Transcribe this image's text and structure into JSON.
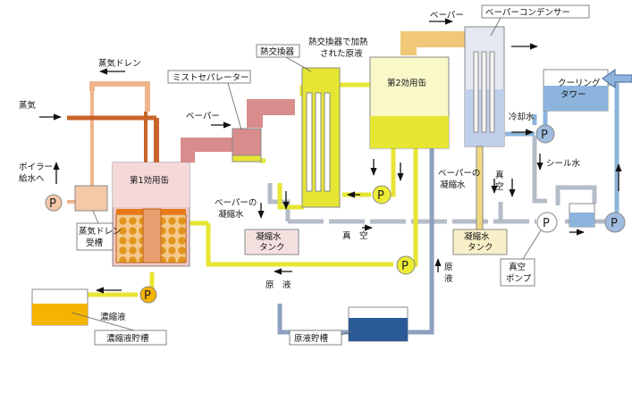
{
  "labels": {
    "steam_drain": "蒸気ドレン",
    "steam": "蒸気",
    "boiler_feed_1": "ボイラー",
    "boiler_feed_2": "給水へ",
    "mist_separator": "ミストセパレーター",
    "vapor_mid": "ベーパー",
    "heat_exchanger": "熱交換器",
    "heated_note_1": "熱交換器で加熱",
    "heated_note_2": "された原液",
    "second_evaporator": "第2効用缶",
    "vapor_top": "ベーパー",
    "vapor_condenser": "ベーパーコンデンサー",
    "cooling_tower_1": "クーリング",
    "cooling_tower_2": "タワー",
    "cooling_water": "冷却水",
    "seal_water": "シール水",
    "first_evaporator": "第1効用缶",
    "vapor_cond_water_1": "ベーパーの",
    "vapor_cond_water_2": "凝縮水",
    "vapor_cond_water_r1": "ベーパーの",
    "vapor_cond_water_r2": "凝縮水",
    "vacuum_left": "真　空",
    "vacuum_right_1": "真",
    "vacuum_right_2": "空",
    "cond_tank_left_1": "凝縮水",
    "cond_tank_left_2": "タンク",
    "cond_tank_right_1": "凝縮水",
    "cond_tank_right_2": "タンク",
    "drain_tank_1": "蒸気ドレン",
    "drain_tank_2": "受槽",
    "vacuum_pump_1": "真空",
    "vacuum_pump_2": "ポンプ",
    "raw_liquid_bottom": "原　液",
    "raw_liquid_vertical_1": "原",
    "raw_liquid_vertical_2": "液",
    "concentrate": "濃縮液",
    "concentrate_tank": "濃縮液貯槽",
    "raw_liquid_tank": "原液貯槽",
    "pump": "P"
  },
  "colors": {
    "steam_pipe": "#c8642a",
    "drain_pipe": "#f0b48c",
    "vapor_pipe": "#d98c8c",
    "vapor_pipe_light": "#f0c878",
    "liquid_pipe": "#e6e632",
    "concentrate": "#f5b400",
    "raw_tank": "#2a5a96",
    "cooling": "#8cb4dc",
    "gray_pipe": "#b4bcc8",
    "pump_yellow": "#ecec32",
    "pump_blue": "#a0bce0",
    "heater_orange": "#e87814"
  }
}
